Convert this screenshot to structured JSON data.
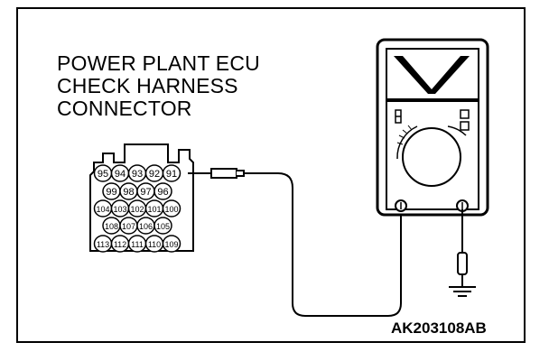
{
  "title_lines": [
    "POWER PLANT ECU",
    "CHECK HARNESS",
    "CONNECTOR"
  ],
  "figure_code": "AK203108AB",
  "connector": {
    "pin_rows": [
      [
        "95",
        "94",
        "93",
        "92",
        "91"
      ],
      [
        "99",
        "98",
        "97",
        "96"
      ],
      [
        "104",
        "103",
        "102",
        "101",
        "100"
      ],
      [
        "108",
        "107",
        "106",
        "105"
      ],
      [
        "113",
        "112",
        "111",
        "110",
        "109"
      ]
    ],
    "probed_pin": "91"
  },
  "icons": {
    "meter": "voltmeter-icon",
    "ground": "ground-symbol-icon"
  }
}
